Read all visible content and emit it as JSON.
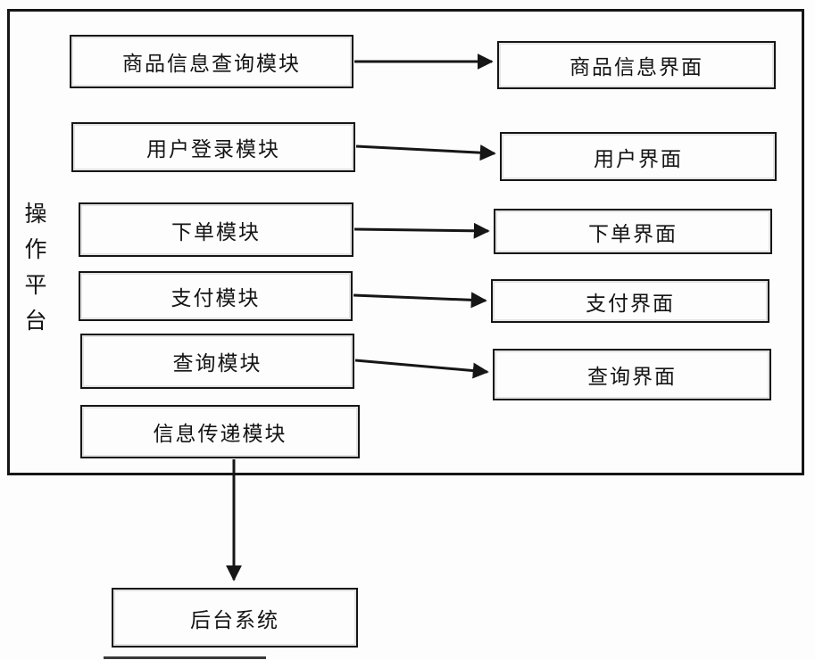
{
  "diagram": {
    "platform": {
      "label": "操作平台"
    },
    "modules": [
      {
        "label": "商品信息查询模块"
      },
      {
        "label": "用户登录模块"
      },
      {
        "label": "下单模块"
      },
      {
        "label": "支付模块"
      },
      {
        "label": "查询模块"
      },
      {
        "label": "信息传递模块"
      }
    ],
    "interfaces": [
      {
        "label": "商品信息界面"
      },
      {
        "label": "用户界面"
      },
      {
        "label": "下单界面"
      },
      {
        "label": "支付界面"
      },
      {
        "label": "查询界面"
      }
    ],
    "backend": {
      "label": "后台系统"
    },
    "connections": [
      {
        "from": "商品信息查询模块",
        "to": "商品信息界面"
      },
      {
        "from": "用户登录模块",
        "to": "用户界面"
      },
      {
        "from": "下单模块",
        "to": "下单界面"
      },
      {
        "from": "支付模块",
        "to": "支付界面"
      },
      {
        "from": "查询模块",
        "to": "查询界面"
      },
      {
        "from": "信息传递模块",
        "to": "后台系统"
      }
    ],
    "colors": {
      "line": "#161616",
      "background": "#fdfdfd"
    }
  }
}
